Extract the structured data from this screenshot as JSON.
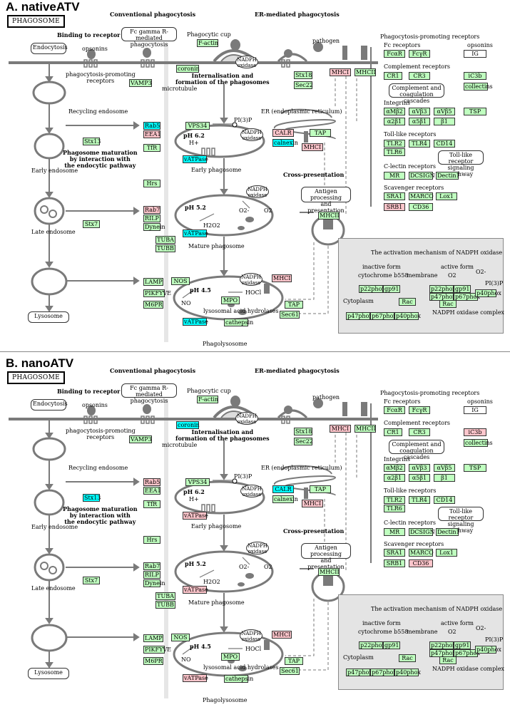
{
  "colors": {
    "green": "#bfffbf",
    "pink": "#ffc6cc",
    "cyan": "#00ffff",
    "white": "#ffffff",
    "line": "#7a7a7a"
  },
  "labels": {
    "phagosome": "PHAGOSOME",
    "conv": "Conventional phagocytosis",
    "er_med": "ER-mediated phagocytosis",
    "binding": "Binding to receptor",
    "opsonins": "opsonins",
    "fc_mediated": "Fc gamma R-mediated\nphagocytosis",
    "phago_cup": "Phagocytic cup",
    "pathogen": "pathogen",
    "pp_rec": "phagocytosis-promoting\nreceptors",
    "endocytosis": "Endocytosis",
    "recycling": "Recycling endosome",
    "internal": "Internalisation and\nformation of the phagosomes",
    "microtubule": "microtubule",
    "er_ret": "ER (endoplasmic reticulum)",
    "pi3p": "PI(3)P",
    "hplus": "H+",
    "ph62": "pH 6.2",
    "maturation": "Phagosome maturation\nby interaction with\nthe endocytic pathway",
    "early_endo": "Early endosome",
    "early_phago": "Early phagosome",
    "cross": "Cross-presentation",
    "antigen": "Antigen processing\nand presentation",
    "ph52": "pH 5.2",
    "o2minus": "O2-",
    "o2": "O2",
    "h2o2": "H2O2",
    "late_endo": "Late endosome",
    "mature": "Mature phagosome",
    "ph45": "pH 4.5",
    "hocl": "HOCl",
    "no": "NO",
    "lyso_acid": "lysosomal acid hydrolases",
    "lysosome": "Lysosome",
    "phagolysosome": "Phagolysosome",
    "nadph_oxidase": "NADPH\noxidase",
    "ppr_title": "Phagocytosis-promoting receptors",
    "fc_rec": "Fc receptors",
    "opsonins2": "opsonins",
    "complement_rec": "Complement receptors",
    "complement_cas": "Complement and\ncoagulation cascades",
    "integrins": "Integrins",
    "tlr": "Toll-like receptors",
    "tlr_path": "Toll-like receptor\nsignaling pathway",
    "clectin": "C-lectin receptors",
    "scavenger": "Scavenger receptors",
    "act_title": "The activation mechanism of NADPH oxidase",
    "inactive": "inactive form",
    "cyto_b558": "cytochrome b558",
    "membrane": "membrane",
    "active": "active form",
    "o2b": "O2",
    "o2minus2": "O2-",
    "pi3p2": "PI(3)P",
    "cytoplasm": "Cytoplasm",
    "nadph_complex": "NADPH oxidase complex"
  },
  "panels": [
    {
      "title": "A. nativeATV",
      "genes": {
        "F-actin": "green",
        "coronin": "green",
        "VAMP3": "green",
        "Stx18": "green",
        "Sec22": "green",
        "MHCI": "pink",
        "MHCII": "green",
        "Rab5": "cyan",
        "EEA1": "pink",
        "VPS34": "green",
        "TfR": "green",
        "Stx13": "green",
        "vATPase_early": "cyan",
        "CALR": "pink",
        "calnexin": "cyan",
        "TAP": "green",
        "MHCI_er": "pink",
        "Hrs": "green",
        "Rab7": "pink",
        "RILP": "green",
        "Dynein": "green",
        "TUBA": "green",
        "TUBB": "green",
        "Stx7": "green",
        "vATPase_mature": "cyan",
        "MHCII_b": "green",
        "LAMP": "green",
        "NOS": "green",
        "PIKFYVE": "green",
        "M6PR": "green",
        "MPO": "green",
        "MHCI_lyso": "pink",
        "TAP_lyso": "green",
        "Sec61": "green",
        "vATPase_lyso": "cyan",
        "cathepsin": "green",
        "FcaR": "green",
        "FcyR": "green",
        "IG": "white",
        "CR1": "green",
        "CR3": "green",
        "iC3b": "green",
        "collectins": "green",
        "aMb2": "green",
        "aVb3": "green",
        "aVb5": "green",
        "TSP": "green",
        "a2b1": "green",
        "a5b1": "green",
        "b1": "green",
        "TLR2": "green",
        "TLR4": "green",
        "CD14": "green",
        "TLR6": "green",
        "MR": "green",
        "DCSIGN": "green",
        "Dectin1": "green",
        "SRA1": "green",
        "MARCO": "green",
        "LOX1": "green",
        "SRB1": "pink",
        "CD36": "green",
        "p22phox": "green",
        "gp91": "green",
        "p22phox_a": "green",
        "gp91_a": "green",
        "p47phox_a": "green",
        "p67phox_a": "green",
        "p40phox_a": "green",
        "Rac": "green",
        "Rac_a": "green",
        "p47phox": "green",
        "p67phox": "green",
        "p40phox": "green"
      }
    },
    {
      "title": "B. nanoATV",
      "genes": {
        "F-actin": "green",
        "coronin": "cyan",
        "VAMP3": "green",
        "Stx18": "green",
        "Sec22": "green",
        "MHCI": "pink",
        "MHCII": "green",
        "Rab5": "pink",
        "EEA1": "green",
        "VPS34": "green",
        "TfR": "green",
        "Stx13": "cyan",
        "vATPase_early": "pink",
        "CALR": "cyan",
        "calnexin": "green",
        "TAP": "green",
        "MHCI_er": "pink",
        "Hrs": "green",
        "Rab7": "green",
        "RILP": "green",
        "Dynein": "green",
        "TUBA": "green",
        "TUBB": "green",
        "Stx7": "green",
        "vATPase_mature": "pink",
        "MHCII_b": "green",
        "LAMP": "green",
        "NOS": "green",
        "PIKFYVE": "green",
        "M6PR": "green",
        "MPO": "green",
        "MHCI_lyso": "pink",
        "TAP_lyso": "green",
        "Sec61": "green",
        "vATPase_lyso": "pink",
        "cathepsin": "green",
        "FcaR": "green",
        "FcyR": "green",
        "IG": "white",
        "CR1": "green",
        "CR3": "green",
        "iC3b": "pink",
        "collectins": "green",
        "aMb2": "green",
        "aVb3": "green",
        "aVb5": "green",
        "TSP": "green",
        "a2b1": "green",
        "a5b1": "green",
        "b1": "green",
        "TLR2": "green",
        "TLR4": "green",
        "CD14": "green",
        "TLR6": "green",
        "MR": "green",
        "DCSIGN": "green",
        "Dectin1": "green",
        "SRA1": "green",
        "MARCO": "green",
        "LOX1": "green",
        "SRB1": "green",
        "CD36": "pink",
        "p22phox": "green",
        "gp91": "green",
        "p22phox_a": "green",
        "gp91_a": "green",
        "p47phox_a": "green",
        "p67phox_a": "green",
        "p40phox_a": "green",
        "Rac": "green",
        "Rac_a": "green",
        "p47phox": "green",
        "p67phox": "green",
        "p40phox": "green"
      }
    }
  ],
  "gene_text": {
    "F-actin": "F-actin",
    "coronin": "coronin",
    "VAMP3": "VAMP3",
    "Stx18": "Stx18",
    "Sec22": "Sec22",
    "MHCI": "MHCI",
    "MHCII": "MHCII",
    "Rab5": "Rab5",
    "EEA1": "EEA1",
    "VPS34": "VPS34",
    "TfR": "TfR",
    "Stx13": "Stx13",
    "vATPase_early": "vATPase",
    "CALR": "CALR",
    "calnexin": "calnexin",
    "TAP": "TAP",
    "MHCI_er": "MHCI",
    "Hrs": "Hrs",
    "Rab7": "Rab7",
    "RILP": "RILP",
    "Dynein": "Dynein",
    "TUBA": "TUBA",
    "TUBB": "TUBB",
    "Stx7": "Stx7",
    "vATPase_mature": "vATPase",
    "MHCII_b": "MHCII",
    "LAMP": "LAMP",
    "NOS": "NOS",
    "PIKFYVE": "PIKFYVE",
    "M6PR": "M6PR",
    "MPO": "MPO",
    "MHCI_lyso": "MHCI",
    "TAP_lyso": "TAP",
    "Sec61": "Sec61",
    "vATPase_lyso": "vATPase",
    "cathepsin": "cathepsin",
    "FcaR": "FcαR",
    "FcyR": "FcγR",
    "IG": "IG",
    "CR1": "CR1",
    "CR3": "CR3",
    "iC3b": "iC3b",
    "collectins": "collectins",
    "aMb2": "αMβ2",
    "aVb3": "αVβ3",
    "aVb5": "αVβ5",
    "TSP": "TSP",
    "a2b1": "α2β1",
    "a5b1": "α5β1",
    "b1": "β1",
    "TLR2": "TLR2",
    "TLR4": "TLR4",
    "CD14": "CD14",
    "TLR6": "TLR6",
    "MR": "MR",
    "DCSIGN": "DCSIGN",
    "Dectin1": "Dectin1",
    "SRA1": "SRA1",
    "MARCO": "MARCO",
    "LOX1": "Lox1",
    "SRB1": "SRB1",
    "CD36": "CD36",
    "p22phox": "p22phox",
    "gp91": "gp91",
    "p22phox_a": "p22phox",
    "gp91_a": "gp91",
    "p47phox_a": "p47phox",
    "p67phox_a": "p67phox",
    "p40phox_a": "p40phox",
    "Rac": "Rac",
    "Rac_a": "Rac",
    "p47phox": "p47phox",
    "p67phox": "p67phox",
    "p40phox": "p40phox"
  }
}
